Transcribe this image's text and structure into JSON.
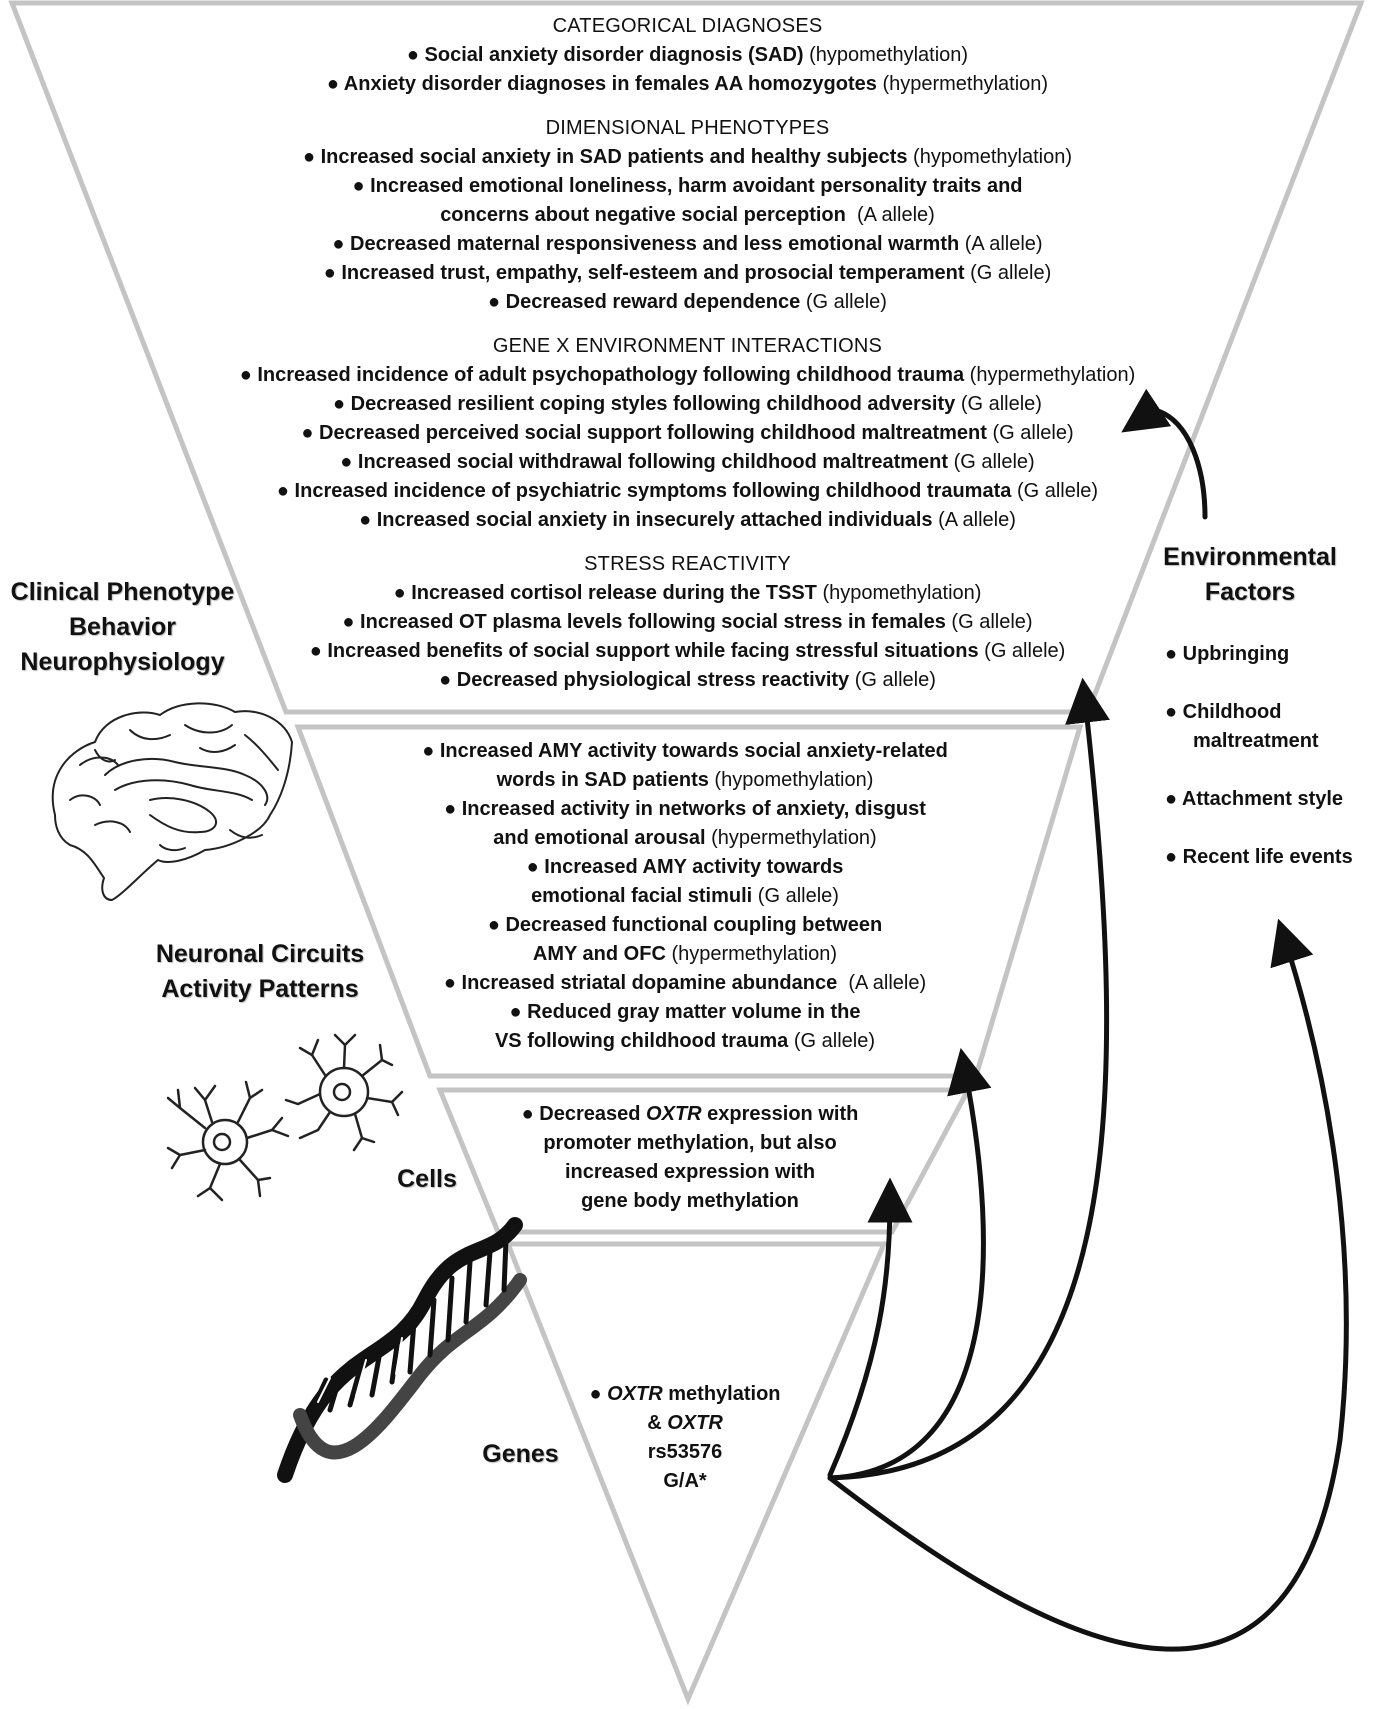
{
  "clinical": {
    "categorical": {
      "header": "CATEGORICAL DIAGNOSES",
      "l1_bold": "● Social anxiety disorder diagnosis (SAD)",
      "l1_note": "(hypomethylation)",
      "l2_bold": "● Anxiety disorder diagnoses in females AA homozygotes",
      "l2_note": "(hypermethylation)"
    },
    "dimensional": {
      "header": "DIMENSIONAL PHENOTYPES",
      "l1_bold": "● Increased social anxiety in SAD patients and healthy subjects",
      "l1_note": "(hypomethylation)",
      "l2_bold": "● Increased emotional loneliness, harm avoidant personality traits and",
      "l3_bold": "concerns about negative social perception",
      "l3_note": "(A allele)",
      "l4_bold": "● Decreased maternal responsiveness and less emotional warmth",
      "l4_note": "(A allele)",
      "l5_bold": "● Increased trust, empathy, self-esteem and prosocial temperament",
      "l5_note": "(G allele)",
      "l6_bold": "● Decreased reward dependence",
      "l6_note": "(G allele)"
    },
    "gxe": {
      "header": "GENE X ENVIRONMENT INTERACTIONS",
      "l1_bold": "● Increased incidence of adult psychopathology following childhood trauma",
      "l1_note": "(hypermethylation)",
      "l2_bold": "● Decreased resilient coping styles following childhood adversity",
      "l2_note": "(G allele)",
      "l3_bold": "● Decreased perceived social support following childhood maltreatment",
      "l3_note": "(G allele)",
      "l4_bold": "● Increased social withdrawal following childhood maltreatment",
      "l4_note": "(G allele)",
      "l5_bold": "● Increased incidence of psychiatric symptoms following childhood traumata",
      "l5_note": "(G allele)",
      "l6_bold": "● Increased social anxiety in insecurely attached individuals",
      "l6_note": "(A allele)"
    },
    "stress": {
      "header": "STRESS REACTIVITY",
      "l1_bold": "● Increased cortisol release during the TSST",
      "l1_note": "(hypomethylation)",
      "l2_bold": "● Increased OT plasma levels following social stress in females",
      "l2_note": "(G allele)",
      "l3_bold": "● Increased benefits of social support while facing stressful situations",
      "l3_note": "(G allele)",
      "l4_bold": "● Decreased physiological stress reactivity",
      "l4_note": "(G allele)"
    }
  },
  "neuronal": {
    "l1_bold": "● Increased AMY activity towards social anxiety-related",
    "l2_bold": "words in SAD patients",
    "l2_note": "(hypomethylation)",
    "l3_bold": "● Increased activity in networks of anxiety, disgust",
    "l4_bold": "and emotional arousal",
    "l4_note": "(hypermethylation)",
    "l5_bold": "● Increased AMY activity towards",
    "l6_bold": "emotional facial stimuli",
    "l6_note": "(G allele)",
    "l7_bold": "● Decreased functional coupling between",
    "l8_bold": "AMY and OFC",
    "l8_note": "(hypermethylation)",
    "l9_bold": "● Increased striatal dopamine abundance",
    "l9_note": "(A allele)",
    "l10_bold": "● Reduced gray matter volume in the",
    "l11_bold": "VS following childhood trauma",
    "l11_note": "(G allele)"
  },
  "cells": {
    "l1_pre": "● Decreased",
    "l1_gene": "OXTR",
    "l1_post": "expression with",
    "l2": "promoter methylation, but also",
    "l3": "increased expression with",
    "l4": "gene body methylation"
  },
  "genes": {
    "l1_bullet": "●",
    "l1_gene": "OXTR",
    "l1_post": "methylation",
    "l2_pre": "&",
    "l2_gene": "OXTR",
    "l3": "rs53576",
    "l4": "G/A*"
  },
  "side_labels": {
    "clinical_1": "Clinical Phenotype",
    "clinical_2": "Behavior",
    "clinical_3": "Neurophysiology",
    "neuronal_1": "Neuronal Circuits",
    "neuronal_2": "Activity Patterns",
    "cells": "Cells",
    "genes": "Genes"
  },
  "environment": {
    "title_1": "Environmental",
    "title_2": "Factors",
    "items": [
      "● Upbringing",
      "● Childhood",
      "maltreatment",
      "● Attachment style",
      "● Recent life events"
    ]
  }
}
